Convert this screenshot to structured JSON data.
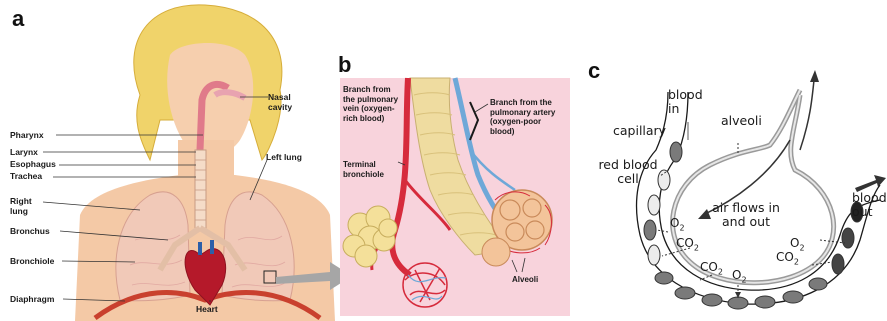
{
  "panel_a": {
    "letter": "a",
    "labels": {
      "nasal_cavity": "Nasal cavity",
      "pharynx": "Pharynx",
      "larynx": "Larynx",
      "esophagus": "Esophagus",
      "trachea": "Trachea",
      "left_lung": "Left lung",
      "right_lung": "Right lung",
      "bronchus": "Bronchus",
      "bronchiole": "Bronchiole",
      "diaphragm": "Diaphragm",
      "heart": "Heart"
    }
  },
  "panel_b": {
    "letter": "b",
    "labels": {
      "pulmonary_vein": "Branch from the pulmonary vein (oxygen-rich blood)",
      "pulmonary_artery": "Branch from the pulmonary artery (oxygen-poor blood)",
      "terminal_bronchiole": "Terminal bronchiole",
      "alveoli": "Alveoli"
    },
    "background_color": "#f8d3dc"
  },
  "panel_c": {
    "letter": "c",
    "labels": {
      "blood_in": "blood in",
      "alveoli": "alveoli",
      "capillary": "capillary",
      "red_blood_cell": "red blood cell",
      "air_flow": "air flows in and out",
      "blood_out": "blood out"
    },
    "gases": {
      "o2": "O",
      "co2": "CO",
      "subscript": "2"
    }
  },
  "colors": {
    "artery_red": "#d62b3c",
    "vein_blue": "#6ea8d8",
    "lung_tissue": "#f1c9b8",
    "skin": "#f4c9a6",
    "hair": "#f0d36a",
    "rbc_gray": "#777777"
  }
}
